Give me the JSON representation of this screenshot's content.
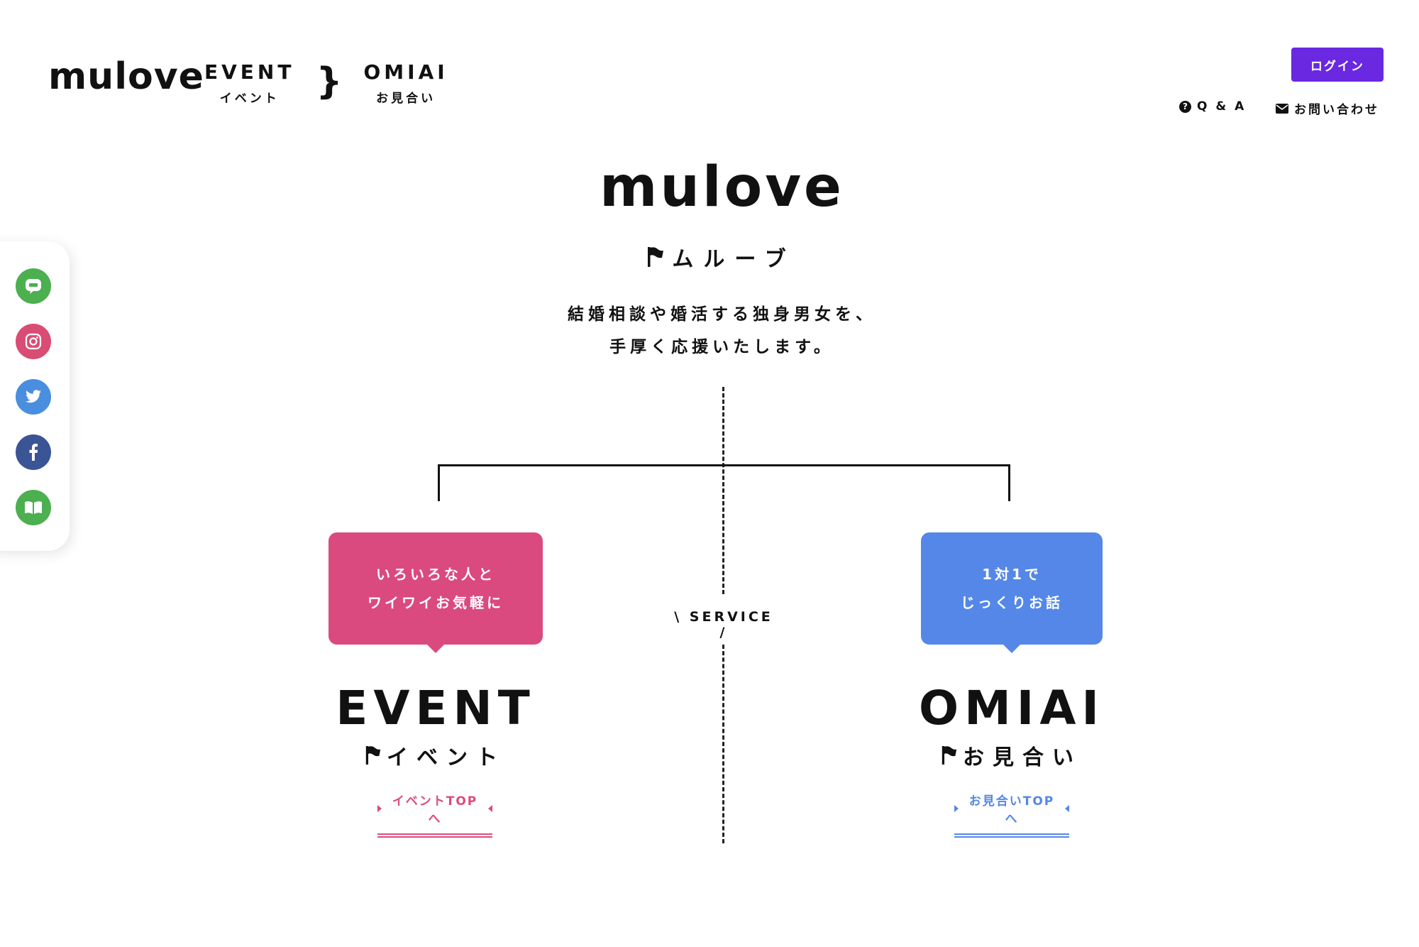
{
  "header": {
    "logo": "mulove",
    "nav": [
      {
        "en": "EVENT",
        "ja": "イベント"
      },
      {
        "en": "OMIAI",
        "ja": "お見合い"
      }
    ],
    "login_label": "ログイン",
    "qa_label": "Q & A",
    "contact_label": "お問い合わせ"
  },
  "social": [
    {
      "icon": "line-icon",
      "color": "#4caf50"
    },
    {
      "icon": "instagram-icon",
      "color": "#d94c74"
    },
    {
      "icon": "twitter-icon",
      "color": "#4a8ee0"
    },
    {
      "icon": "facebook-icon",
      "color": "#3b5496"
    },
    {
      "icon": "book-icon",
      "color": "#4caf50"
    }
  ],
  "hero": {
    "title": "mulove",
    "subtitle": "ムルーブ",
    "tagline_line1": "結婚相談や婚活する独身男女を、",
    "tagline_line2": "手厚く応援いたします。"
  },
  "service_label": "SERVICE",
  "services": {
    "event": {
      "bubble_line1": "いろいろな人と",
      "bubble_line2": "ワイワイお気軽に",
      "title_en": "EVENT",
      "title_ja": "イベント",
      "link": "イベントTOPへ",
      "color": "#db4a7e"
    },
    "omiai": {
      "bubble_line1": "1対1で",
      "bubble_line2": "じっくりお話",
      "title_en": "OMIAI",
      "title_ja": "お見合い",
      "link": "お見合いTOPへ",
      "color": "#5487e8"
    }
  },
  "colors": {
    "login": "#6a28e0",
    "text": "#111111"
  }
}
